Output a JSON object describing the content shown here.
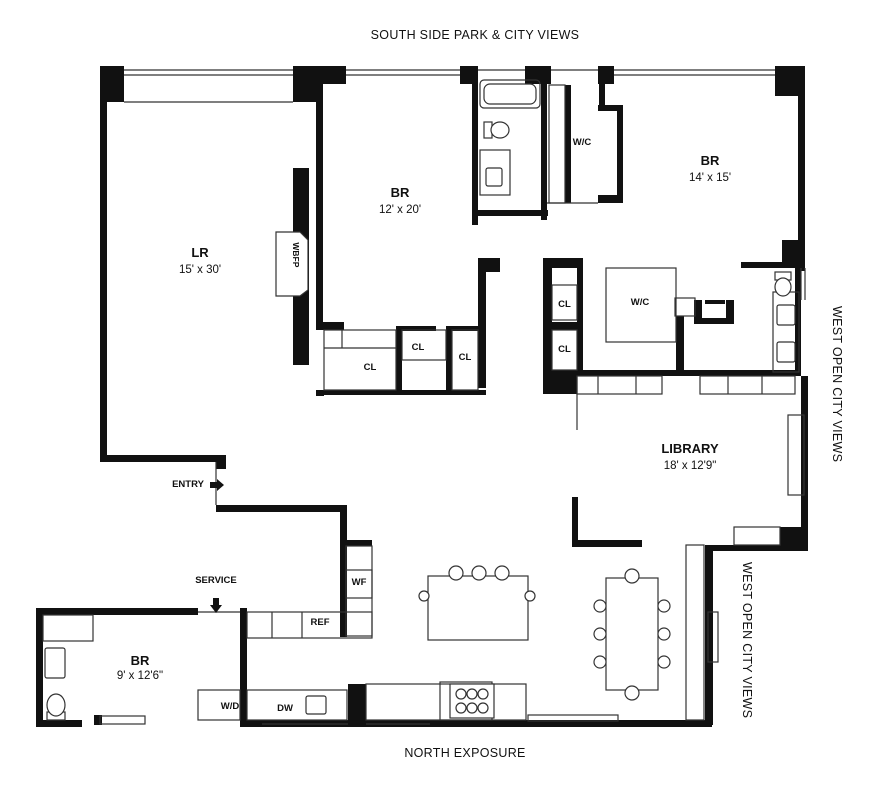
{
  "exposures": {
    "south": "SOUTH SIDE PARK & CITY VIEWS",
    "north": "NORTH EXPOSURE",
    "west_upper": "WEST OPEN CITY VIEWS",
    "west_lower": "WEST OPEN CITY VIEWS"
  },
  "rooms": {
    "living": {
      "name": "LR",
      "dims": "15' x 30'"
    },
    "bedroom_center": {
      "name": "BR",
      "dims": "12' x 20'"
    },
    "bedroom_right": {
      "name": "BR",
      "dims": "14' x 15'"
    },
    "library": {
      "name": "LIBRARY",
      "dims": "18' x 12'9\""
    },
    "bedroom_service": {
      "name": "BR",
      "dims": "9' x 12'6\""
    }
  },
  "fixtures": {
    "fireplace": "WBFP",
    "wic_top": "W/C",
    "wic_mid": "W/C",
    "closet_a": "CL",
    "closet_b": "CL",
    "closet_c": "CL",
    "closet_d": "CL",
    "closet_e": "CL",
    "wine_fridge": "WF",
    "refrigerator": "REF",
    "washer_dryer": "W/D",
    "dishwasher": "DW"
  },
  "markers": {
    "entry": "ENTRY",
    "service": "SERVICE"
  },
  "icons": {
    "entry_arrow": "right-arrow-icon",
    "service_arrow": "down-arrow-icon"
  },
  "colors": {
    "wall": "#111111",
    "line": "#333333",
    "fixture_fill": "#ffffff"
  }
}
